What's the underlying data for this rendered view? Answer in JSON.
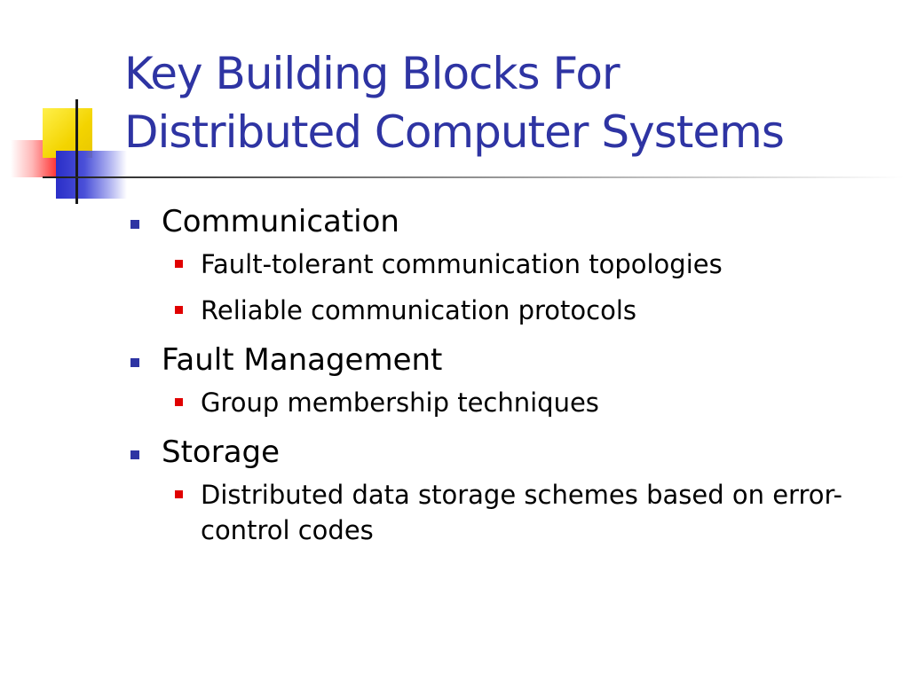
{
  "title": {
    "line1": "Key Building Blocks For",
    "line2": "Distributed Computer Systems"
  },
  "colors": {
    "title": "#2e34a3",
    "level1_bullet": "#2e34a3",
    "level2_bullet": "#e00000",
    "text": "#000000"
  },
  "bullets": [
    {
      "text": "Communication",
      "sub": [
        "Fault-tolerant communication topologies",
        "Reliable communication protocols"
      ]
    },
    {
      "text": "Fault Management",
      "sub": [
        "Group membership techniques"
      ]
    },
    {
      "text": "Storage",
      "sub": [
        "Distributed data storage schemes based on error-control codes"
      ]
    }
  ]
}
